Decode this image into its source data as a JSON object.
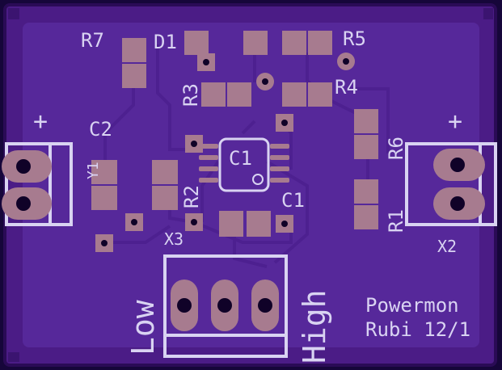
{
  "board": {
    "colors": {
      "substrate": "#4b1c86",
      "outline": "#3b1470",
      "copper_pour": "#56289a",
      "trace": "#4d2090",
      "pad": "#a77b8f",
      "hole": "#100228",
      "silk": "#d9d3f2"
    },
    "labels": {
      "r7": "R7",
      "d1": "D1",
      "r5": "R5",
      "r3": "R3",
      "r4": "R4",
      "c2": "C2",
      "y1": "Y1",
      "c1_ic": "C1",
      "r6": "R6",
      "r2": "R2",
      "c1_cap": "C1",
      "r1": "R1",
      "x3": "X3",
      "x2": "X2",
      "plus_left": "+",
      "plus_right": "+",
      "low": "Low",
      "high": "High",
      "title_line1": "Powermon",
      "title_line2": "Rubi 12/1"
    }
  }
}
